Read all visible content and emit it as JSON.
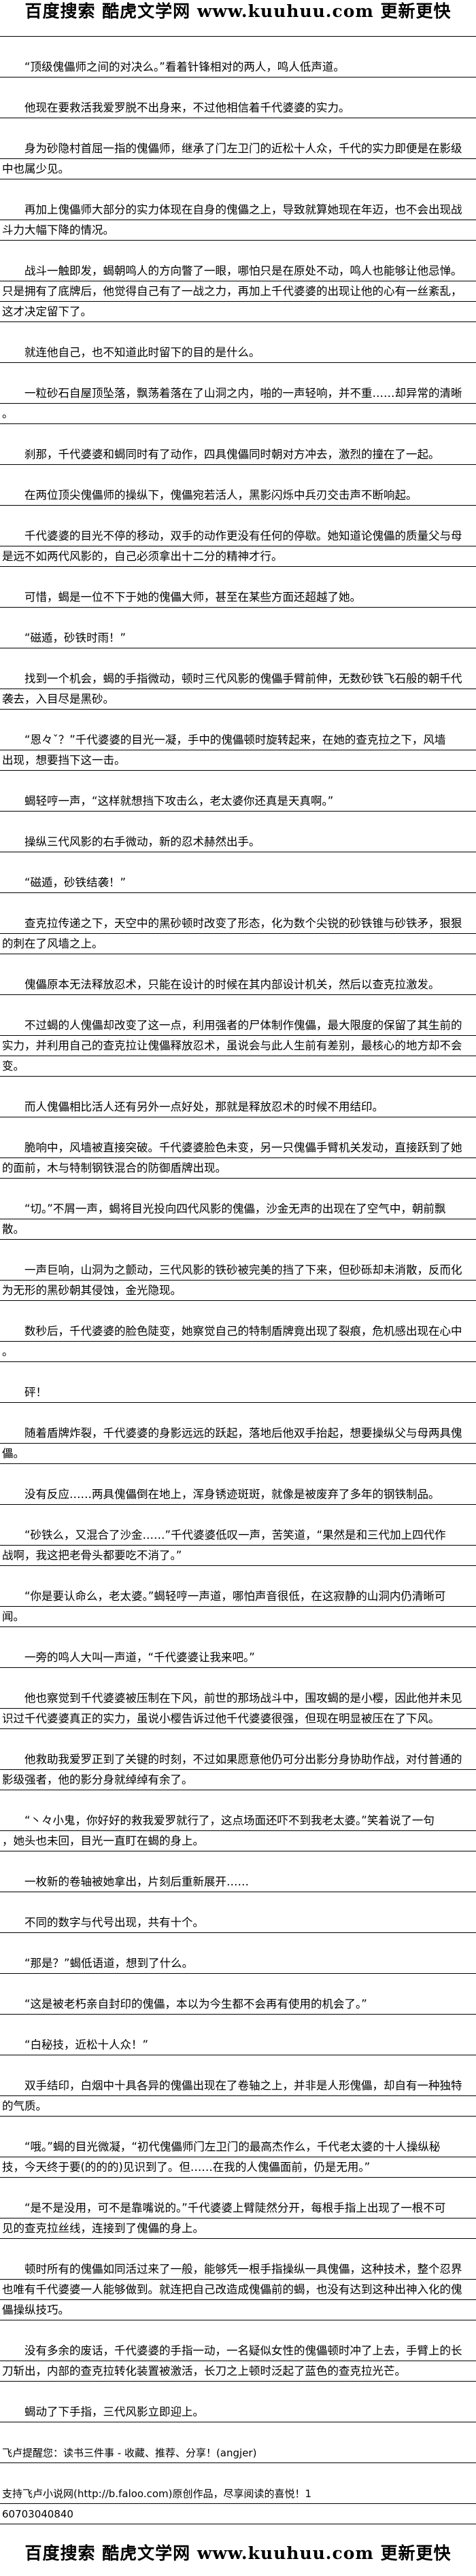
{
  "header": {
    "banner": "百度搜索 酷虎文学网 www.kuuhuu.com 更新更快"
  },
  "paragraphs": [
    [
      "“顶级傀儡师之间的对决么。”看着针锋相对的两人，鸣人低声道。"
    ],
    [
      "他现在要救活我爱罗脱不出身来，不过他相信着千代婆婆的实力。"
    ],
    [
      "身为砂隐村首屈一指的傀儡师，继承了门左卫门的近松十人众，千代的实力即便是在影级",
      "中也属少见。"
    ],
    [
      "再加上傀儡师大部分的实力体现在自身的傀儡之上，导致就算她现在年迈，也不会出现战",
      "斗力大幅下降的情况。"
    ],
    [
      "战斗一触即发，蝎朝鸣人的方向瞥了一眼，哪怕只是在原处不动，鸣人也能够让他忌惮。",
      "只是拥有了底牌后，他觉得自己有了一战之力，再加上千代婆婆的出现让他的心有一丝紊乱，",
      "这才决定留下了。"
    ],
    [
      "就连他自己，也不知道此时留下的目的是什么。"
    ],
    [
      "一粒砂石自屋顶坠落，飘荡着落在了山洞之内，啪的一声轻响，并不重……却异常的清晰",
      "。"
    ],
    [
      "刹那，千代婆婆和蝎同时有了动作，四具傀儡同时朝对方冲去，激烈的撞在了一起。"
    ],
    [
      "在两位顶尖傀儡师的操纵下，傀儡宛若活人，黑影闪烁中兵刃交击声不断响起。"
    ],
    [
      "千代婆婆的目光不停的移动，双手的动作更没有任何的停歇。她知道论傀儡的质量父与母",
      "是远不如两代风影的，自己必须拿出十二分的精神才行。"
    ],
    [
      "可惜，蝎是一位不下于她的傀儡大师，甚至在某些方面还超越了她。"
    ],
    [
      "“磁遁，砂铁时雨！”"
    ],
    [
      "找到一个机会，蝎的手指微动，顿时三代风影的傀儡手臂前伸，无数砂铁飞石般的朝千代",
      "袭去，入目尽是黑砂。"
    ],
    [
      "“恩々ˇ？”千代婆婆的目光一凝，手中的傀儡顿时旋转起来，在她的查克拉之下，风墙",
      "出现，想要挡下这一击。"
    ],
    [
      "蝎轻哼一声，“这样就想挡下攻击么，老太婆你还真是天真啊。”"
    ],
    [
      "操纵三代风影的右手微动，新的忍术赫然出手。"
    ],
    [
      "“磁遁，砂铁结袭！”"
    ],
    [
      "查克拉传递之下，天空中的黑砂顿时改变了形态，化为数个尖锐的砂铁锥与砂铁矛，狠狠",
      "的刺在了风墙之上。"
    ],
    [
      "傀儡原本无法释放忍术，只能在设计的时候在其内部设计机关，然后以查克拉激发。"
    ],
    [
      "不过蝎的人傀儡却改变了这一点，利用强者的尸体制作傀儡，最大限度的保留了其生前的",
      "实力，并利用自己的查克拉让傀儡释放忍术，虽说会与此人生前有差别，最核心的地方却不会",
      "变。"
    ],
    [
      "而人傀儡相比活人还有另外一点好处，那就是释放忍术的时候不用结印。"
    ],
    [
      "脆响中，风墙被直接突破。千代婆婆脸色未变，另一只傀儡手臂机关发动，直接跃到了她",
      "的面前，木与特制钢铁混合的防御盾牌出现。"
    ],
    [
      "“切。”不屑一声，蝎将目光投向四代风影的傀儡，沙金无声的出现在了空气中，朝前飘",
      "散。"
    ],
    [
      "一声巨响，山洞为之颤动，三代风影的铁砂被完美的挡了下来，但砂砾却未消散，反而化",
      "为无形的黑砂朝其侵蚀，金光隐现。"
    ],
    [
      "数秒后，千代婆婆的脸色陡变，她察觉自己的特制盾牌竟出现了裂痕，危机感出现在心中",
      "。"
    ],
    [
      "砰！"
    ],
    [
      "随着盾牌炸裂，千代婆婆的身影远远的跃起，落地后他双手抬起，想要操纵父与母两具傀",
      "儡。"
    ],
    [
      "没有反应……两具傀儡倒在地上，浑身锈迹斑斑，就像是被废弃了多年的钢铁制品。"
    ],
    [
      "“砂铁么，又混合了沙金……”千代婆婆低叹一声，苦笑道，“果然是和三代加上四代作",
      "战啊，我这把老骨头都要吃不消了。”"
    ],
    [
      "“你是要认命么，老太婆。”蝎轻哼一声道，哪怕声音很低，在这寂静的山洞内仍清晰可",
      "闻。"
    ],
    [
      "一旁的鸣人大叫一声道，“千代婆婆让我来吧。”"
    ],
    [
      "他也察觉到千代婆婆被压制在下风，前世的那场战斗中，围攻蝎的是小樱，因此他并未见",
      "识过千代婆婆真正的实力，虽说小樱告诉过他千代婆婆很强，但现在明显被压在了下风。"
    ],
    [
      "他救助我爱罗正到了关键的时刻，不过如果愿意他仍可分出影分身协助作战，对付普通的",
      "影级强者，他的影分身就绰绰有余了。"
    ],
    [
      "“丶々小鬼，你好好的救我爱罗就行了，这点场面还吓不到我老太婆。”笑着说了一句",
      "，她头也未回，目光一直盯在蝎的身上。"
    ],
    [
      "一枚新的卷轴被她拿出，片刻后重新展开……"
    ],
    [
      "不同的数字与代号出现，共有十个。"
    ],
    [
      "“那是？”蝎低语道，想到了什么。"
    ],
    [
      "“这是被老朽亲自封印的傀儡，本以为今生都不会再有使用的机会了。”"
    ],
    [
      "“白秘技，近松十人众！”"
    ],
    [
      "双手结印，白烟中十具各异的傀儡出现在了卷轴之上，并非是人形傀儡，却自有一种独特",
      "的气质。"
    ],
    [
      "“哦。”蝎的目光微凝，“初代傀儡师门左卫门的最高杰作么，千代老太婆的十人操纵秘",
      "技，今天终于要(的的的)见识到了。但……在我的人傀儡面前，仍是无用。”"
    ],
    [
      "“是不是没用，可不是靠嘴说的。”千代婆婆上臂陡然分开，每根手指上出现了一根不可",
      "见的查克拉丝线，连接到了傀儡的身上。"
    ],
    [
      "顿时所有的傀儡如同活过来了一般，能够凭一根手指操纵一具傀儡，这种技术，整个忍界",
      "也唯有千代婆婆一人能够做到。就连把自己改造成傀儡前的蝎，也没有达到这种出神入化的傀",
      "儡操纵技巧。"
    ],
    [
      "没有多余的废话，千代婆婆的手指一动，一名疑似女性的傀儡顿时冲了上去，手臂上的长",
      "刀斩出，内部的查克拉转化装置被激活，长刀之上顿时泛起了蓝色的查克拉光芒。"
    ],
    [
      "蝎动了下手指，三代风影立即迎上。"
    ]
  ],
  "footer": {
    "notes": [
      [
        "飞卢提醒您：读书三件事 - 收藏、推荐、分享！(angjer)"
      ],
      [
        "支持飞卢小说网(http://b.faloo.com)原创作品，尽享阅读的喜悦！1",
        "60703040840"
      ]
    ],
    "banner": "百度搜索 酷虎文学网 www.kuuhuu.com 更新更快"
  }
}
